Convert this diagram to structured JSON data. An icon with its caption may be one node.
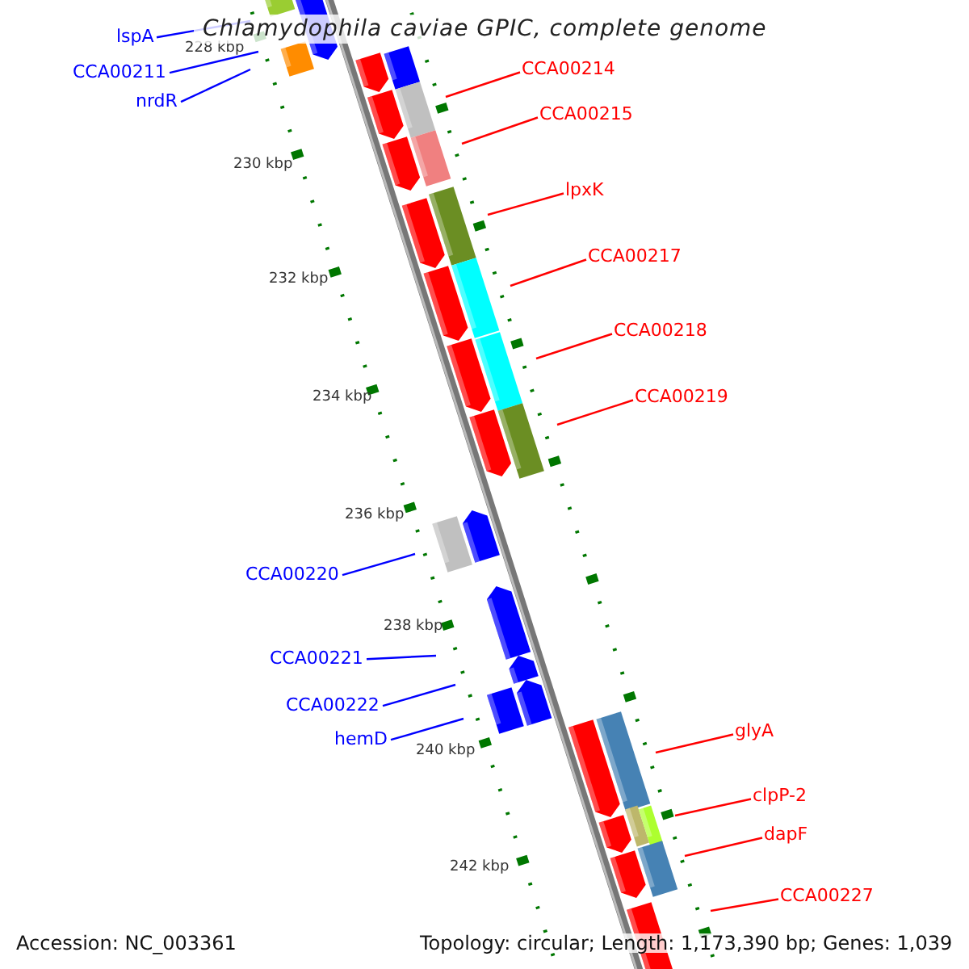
{
  "diagram": {
    "title": "Chlamydophila caviae GPIC, complete genome",
    "nodes": [
      {
        "text": [
          "lspA"
        ]
      },
      {
        "text": [
          "CCA00211"
        ]
      },
      {
        "text": [
          "nrdR"
        ]
      },
      {
        "text": [
          "CCA00214"
        ]
      },
      {
        "text": [
          "CCA00215"
        ]
      },
      {
        "text": [
          "lpxK"
        ]
      },
      {
        "text": [
          "CCA00217"
        ]
      },
      {
        "text": [
          "CCA00218"
        ]
      },
      {
        "text": [
          "CCA00219"
        ]
      },
      {
        "text": [
          "CCA00220"
        ]
      },
      {
        "text": [
          "CCA00221"
        ]
      },
      {
        "text": [
          "CCA00222"
        ]
      },
      {
        "text": [
          "hemD"
        ]
      },
      {
        "text": [
          "glyA"
        ]
      },
      {
        "text": [
          "clpP-2"
        ]
      },
      {
        "text": [
          "dapF"
        ]
      },
      {
        "text": [
          "CCA00227"
        ]
      }
    ],
    "edges": [
      {
        "from": 0,
        "to": null,
        "arrow": "none",
        "color": "#0000ff"
      },
      {
        "from": 1,
        "to": null,
        "arrow": "none",
        "color": "#0000ff"
      },
      {
        "from": 2,
        "to": null,
        "arrow": "none",
        "color": "#0000ff"
      },
      {
        "from": 3,
        "to": null,
        "arrow": "none"
      },
      {
        "from": 4,
        "to": null,
        "arrow": "none"
      },
      {
        "from": 5,
        "to": null,
        "arrow": "none"
      },
      {
        "from": 6,
        "to": null,
        "arrow": "none"
      },
      {
        "from": 7,
        "to": null,
        "arrow": "none"
      },
      {
        "from": 8,
        "to": null,
        "arrow": "none"
      },
      {
        "from": 9,
        "to": null,
        "arrow": "none",
        "color": "#0000ff"
      },
      {
        "from": 10,
        "to": null,
        "arrow": "none",
        "color": "#0000ff"
      },
      {
        "from": 11,
        "to": null,
        "arrow": "none",
        "color": "#0000ff"
      },
      {
        "from": 12,
        "to": null,
        "arrow": "none",
        "color": "#0000ff"
      },
      {
        "from": 13,
        "to": null,
        "arrow": "none"
      },
      {
        "from": 14,
        "to": null,
        "arrow": "none"
      },
      {
        "from": 15,
        "to": null,
        "arrow": "none"
      },
      {
        "from": 16,
        "to": null,
        "arrow": "none"
      }
    ],
    "labels": [
      "228 kbp",
      "230 kbp",
      "232 kbp",
      "234 kbp",
      "236 kbp",
      "238 kbp",
      "240 kbp",
      "242 kbp",
      "Accession: NC_003361",
      "Topology: circular; Length: 1,173,390 bp; Genes: 1,039"
    ]
  }
}
